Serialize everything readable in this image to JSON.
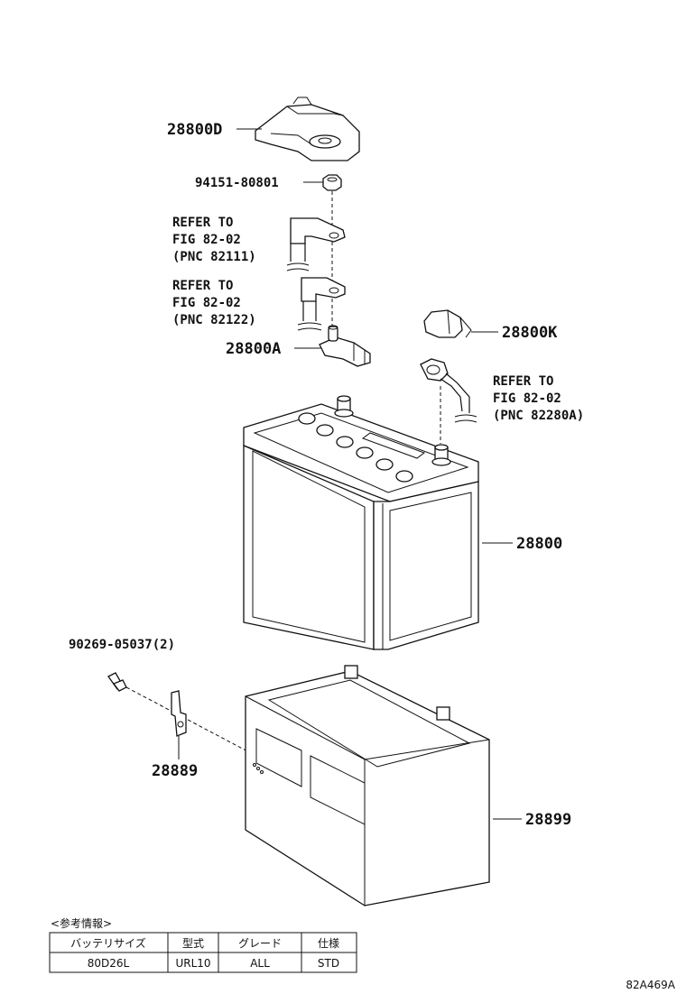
{
  "labels": {
    "p28800D": "28800D",
    "p94151": "94151-80801",
    "ref1_a": "REFER TO",
    "ref1_b": "FIG 82-02",
    "ref1_c": "(PNC 82111)",
    "ref2_a": "REFER TO",
    "ref2_b": "FIG 82-02",
    "ref2_c": "(PNC 82122)",
    "p28800A": "28800A",
    "p28800K": "28800K",
    "ref3_a": "REFER TO",
    "ref3_b": "FIG 82-02",
    "ref3_c": "(PNC 82280A)",
    "p28800": "28800",
    "p90269": "90269-05037(2)",
    "p28889": "28889",
    "p28899": "28899"
  },
  "reference": {
    "caption": "<参考情報>",
    "headers": [
      "バッテリサイズ",
      "型式",
      "グレード",
      "仕様"
    ],
    "row": [
      "80D26L",
      "URL10",
      "ALL",
      "STD"
    ]
  },
  "figure_id": "82A469A"
}
